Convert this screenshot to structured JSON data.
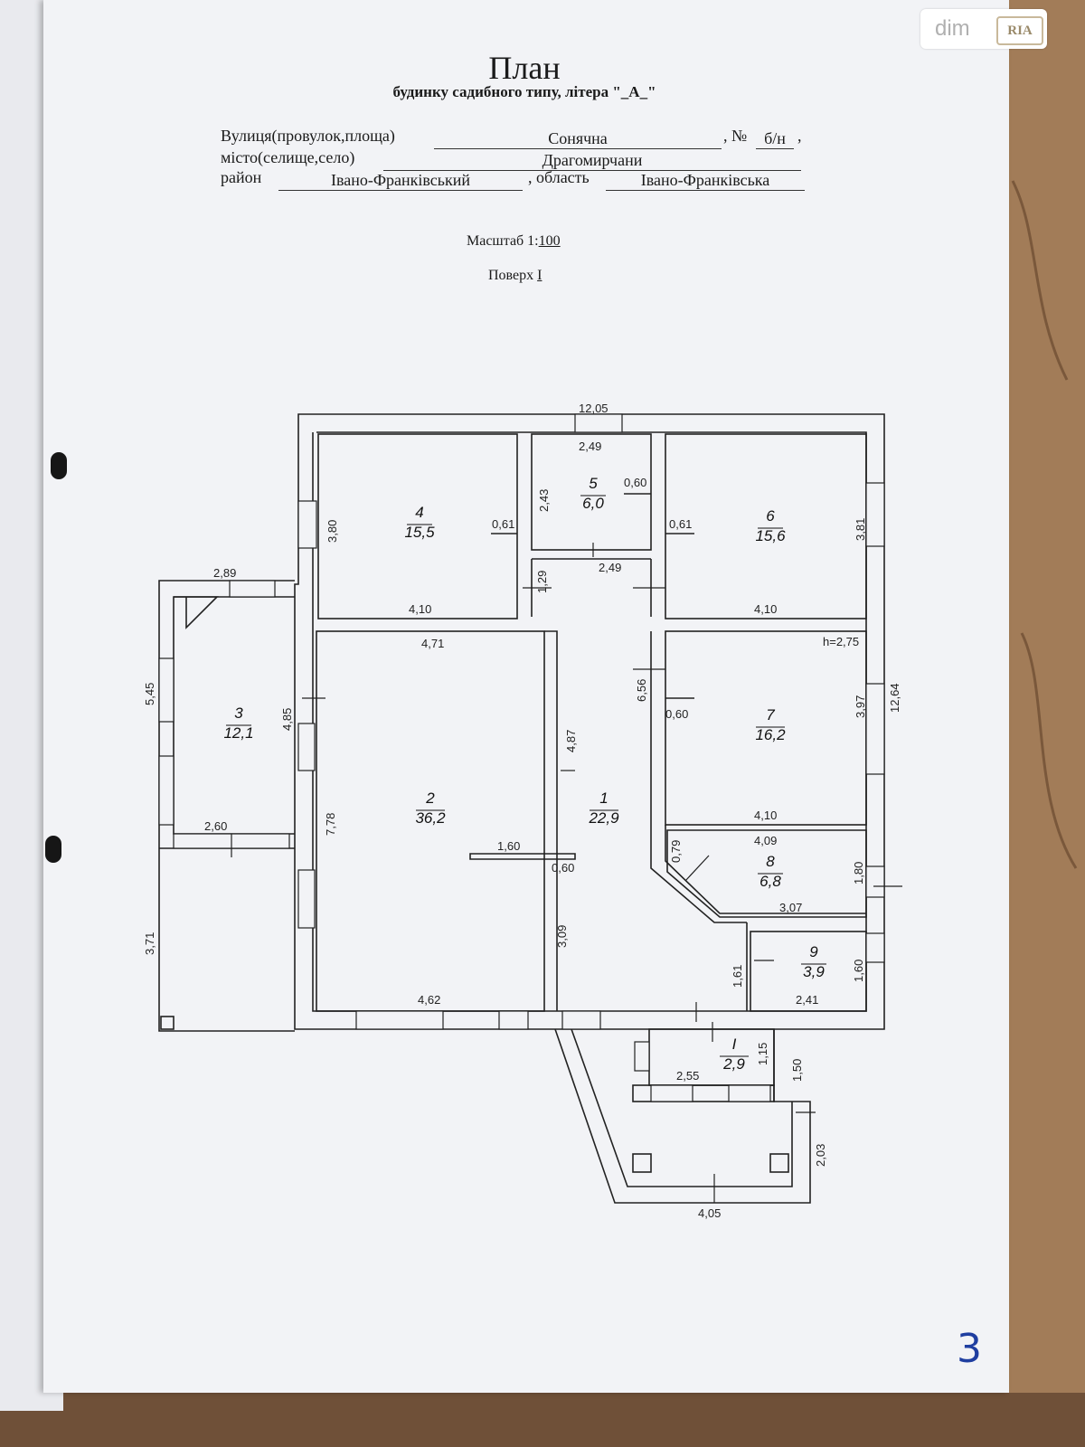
{
  "header": {
    "title": "План",
    "subtitle": "будинку садибного типу, літера \"_А_\""
  },
  "address": {
    "street_label": "Вулиця(провулок,площа)",
    "street_value": "Сонячна",
    "number_label": ", № ",
    "number_value": "б/н",
    "number_suffix": ",",
    "city_label": "місто(селище,село)",
    "city_value": "Драгомирчани",
    "district_label": "район",
    "district_value": "Івано-Франківський",
    "region_label": ", область",
    "region_value": "Івано-Франківська"
  },
  "scale": {
    "label": "Масштаб 1:",
    "value": "100"
  },
  "floor": {
    "label": "Поверх",
    "value": "I"
  },
  "brand": {
    "dim": "dim",
    "ria": "RIA"
  },
  "page_number": "3",
  "rooms": [
    {
      "num": "1",
      "area": "22,9"
    },
    {
      "num": "2",
      "area": "36,2"
    },
    {
      "num": "3",
      "area": "12,1"
    },
    {
      "num": "4",
      "area": "15,5"
    },
    {
      "num": "5",
      "area": "6,0"
    },
    {
      "num": "6",
      "area": "15,6"
    },
    {
      "num": "7",
      "area": "16,2"
    },
    {
      "num": "8",
      "area": "6,8"
    },
    {
      "num": "9",
      "area": "3,9"
    },
    {
      "num": "I",
      "area": "2,9"
    }
  ],
  "dimensions": {
    "overall_width": "12,05",
    "overall_height": "12,64",
    "d249_top": "2,49",
    "d243": "2,43",
    "d060_r5": "0,60",
    "d061_r4": "0,61",
    "d380": "3,80",
    "d410_r4": "4,10",
    "d061_r6": "0,61",
    "d381": "3,81",
    "d410_r6": "4,10",
    "d289": "2,89",
    "d129": "1,29",
    "d249_mid": "2,49",
    "d471": "4,71",
    "h_label": "h=2,75",
    "d545": "5,45",
    "d485": "4,85",
    "d487": "4,87",
    "d656": "6,56",
    "d060_r7": "0,60",
    "d397": "3,97",
    "d410_r7": "4,10",
    "d778": "7,78",
    "d260": "2,60",
    "d160_wall": "1,60",
    "d060_mid": "0,60",
    "d079": "0,79",
    "d409": "4,09",
    "d180": "1,80",
    "d307": "3,07",
    "d371": "3,71",
    "d309": "3,09",
    "d161": "1,61",
    "d160_r9": "1,60",
    "d241": "2,41",
    "d462": "4,62",
    "d115": "1,15",
    "d255": "2,55",
    "d150": "1,50",
    "d203": "2,03",
    "d405": "4,05"
  }
}
